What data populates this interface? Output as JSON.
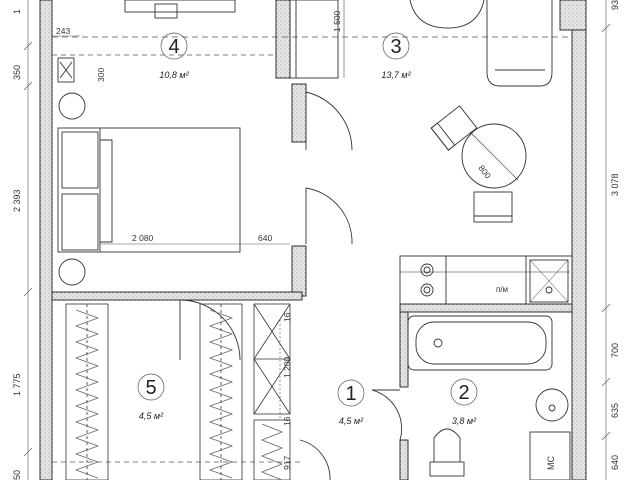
{
  "rooms": [
    {
      "number": "4",
      "area": "10,8 м²"
    },
    {
      "number": "3",
      "area": "13,7 м²"
    },
    {
      "number": "5",
      "area": "4,5 м²"
    },
    {
      "number": "1",
      "area": "4,5 м²"
    },
    {
      "number": "2",
      "area": "3,8 м²"
    }
  ],
  "dimensions": {
    "left": [
      "1 ",
      "350",
      "2 393",
      "1 775",
      "50"
    ],
    "right": [
      "93",
      "3 078",
      "700",
      "635",
      "640"
    ],
    "interior": [
      "243",
      "300",
      "1 500",
      "2 080",
      "640",
      "800",
      "1 200",
      "16",
      "16",
      "917"
    ]
  },
  "labels": {
    "kitchen_equipment": "п/м",
    "cabinet": "МС"
  },
  "colors": {
    "wall_hatch": "#c8c8c8",
    "lines": "#333333",
    "dims": "#555555"
  }
}
